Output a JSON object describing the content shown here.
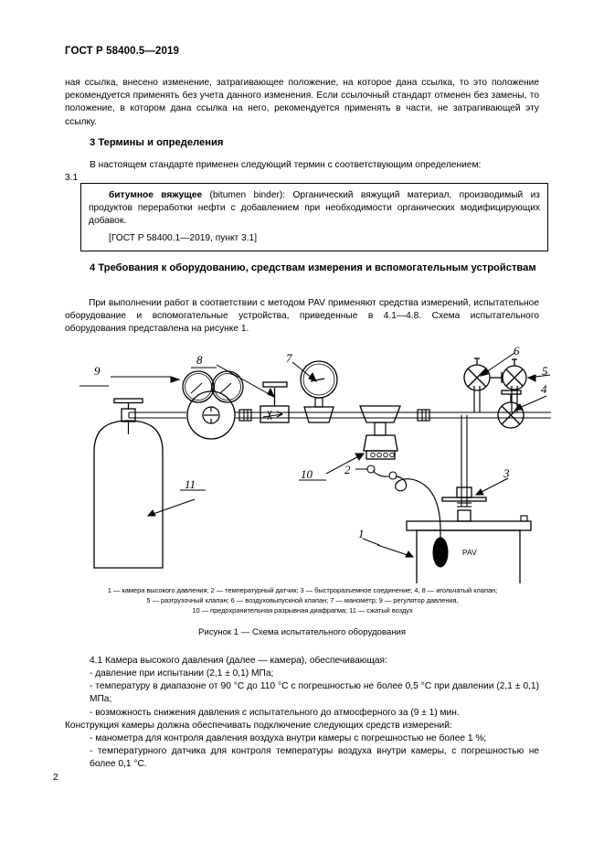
{
  "document": {
    "standard_header": "ГОСТ Р 58400.5—2019",
    "page_number": "2"
  },
  "intro_paragraph": "ная ссылка, внесено изменение, затрагивающее положение, на которое дана ссылка, то это положение рекомендуется применять без учета данного изменения. Если ссылочный стандарт отменен без замены, то положение, в котором дана ссылка на него, рекомендуется применять в части, не затрагивающей эту ссылку.",
  "section3": {
    "heading": "3 Термины и определения",
    "lead": "В настоящем стандарте применен следующий термин с соответствующим определением:",
    "clause_number": "3.1",
    "term_bold": "битумное вяжущее",
    "term_english": "(bitumen binder):",
    "term_definition": "Органический вяжущий материал, производимый из продуктов переработки нефти с добавлением при необходимости органических модифицирующих добавок.",
    "term_source": "[ГОСТ Р 58400.1—2019, пункт 3.1]"
  },
  "section4": {
    "heading": "4 Требования к оборудованию, средствам измерения и вспомогательным устройствам",
    "paragraph": "При выполнении работ в соответствии с методом PAV применяют средства измерений, испытательное оборудование и вспомогательные устройства, приведенные в 4.1—4.8. Схема испытательного оборудования представлена на рисунке 1.",
    "clause_41_intro": "4.1 Камера высокого давления (далее — камера), обеспечивающая:",
    "bullet_1": "- давление при испытании (2,1 ± 0,1) МПа;",
    "bullet_2": "- температуру в диапазоне от 90 °С до 110 °С с погрешностью не более 0,5 °С при давлении (2,1 ± 0,1) МПа;",
    "bullet_3": "- возможность снижения давления с испытательного до атмосферного за (9 ± 1) мин.",
    "construction_intro": "Конструкция камеры должна обеспечивать подключение следующих средств измерений:",
    "bullet_4": "- манометра для контроля давления воздуха внутри камеры с погрешностью не более 1 %;",
    "bullet_5": "- температурного датчика для контроля температуры воздуха внутри камеры, с погрешностью не более 0,1 °С."
  },
  "figure": {
    "caption": "Рисунок 1 — Схема испытательного оборудования",
    "legend_line1": "1 — камера высокого давления; 2 — температурный датчик; 3 — быстроразъемное соединение; 4, 8 — игольчатый клапан;",
    "legend_line2": "5 — разгрузочный клапан; 6 — воздуховыпускной клапан; 7 — манометр; 9 — регулятор давления,",
    "legend_line3": "10 — предохранительная разрывная диафрагма; 11 — сжатый воздух",
    "callouts": {
      "c1": "1",
      "c2": "2",
      "c3": "3",
      "c4": "4",
      "c5": "5",
      "c6": "6",
      "c7": "7",
      "c8": "8",
      "c9": "9",
      "c10": "10",
      "c11": "11"
    },
    "vessel_label": "PAV"
  }
}
